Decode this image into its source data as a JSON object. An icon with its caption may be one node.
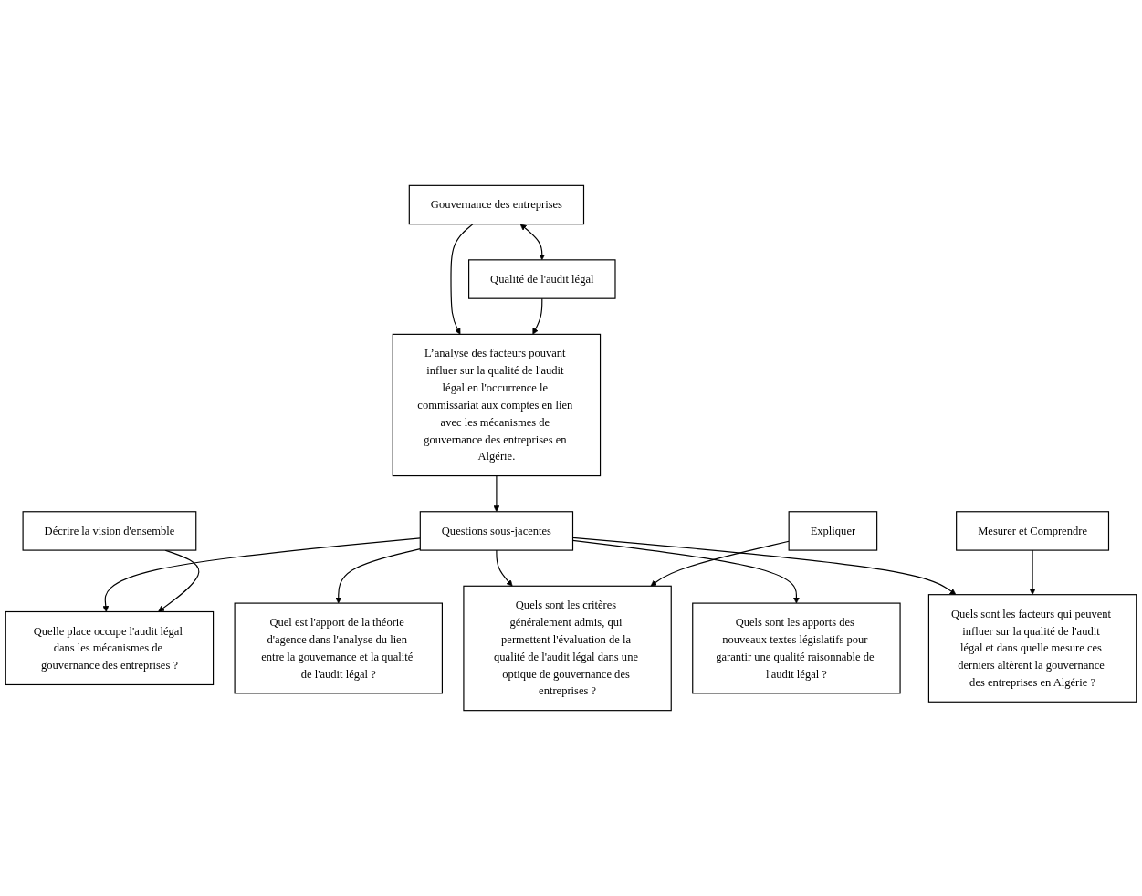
{
  "diagram": {
    "nodes": [
      {
        "text": [
          "Gouvernance des entreprises"
        ]
      },
      {
        "text": [
          "Qualité de l'audit légal"
        ]
      },
      {
        "text": [
          "L’analyse des facteurs pouvant influer sur la qualité de l'audit légal en l'occurrence le commissariat aux comptes en lien avec les mécanismes de gouvernance des entreprises en Algérie."
        ]
      },
      {
        "text": [
          "Questions sous-jacentes"
        ]
      },
      {
        "text": [
          "Quelle place occupe l'audit légal dans les mécanismes de gouvernance des entreprises ?"
        ]
      },
      {
        "text": [
          "Quel est l'apport de la théorie d'agence dans l'analyse du lien entre la gouvernance et la qualité de l'audit légal ?"
        ]
      },
      {
        "text": [
          "Quels sont les critères généralement admis, qui permettent l'évaluation de la qualité de l'audit légal dans une optique de gouvernance des entreprises ?"
        ]
      },
      {
        "text": [
          "Quels sont les apports des nouveaux textes législatifs pour garantir une qualité raisonnable de l'audit légal ?"
        ]
      },
      {
        "text": [
          "Quels sont les facteurs qui peuvent influer sur la qualité de l'audit légal et dans quelle mesure ces derniers altèrent la gouvernance des entreprises en Algérie ?"
        ]
      },
      {
        "text": [
          "Décrire la vision d'ensemble"
        ]
      },
      {
        "text": [
          "Expliquer"
        ]
      },
      {
        "text": [
          "Mesurer et Comprendre"
        ]
      }
    ],
    "edges": [
      {
        "from": 0,
        "to": 1,
        "arrow": "both"
      },
      {
        "from": 0,
        "to": 2,
        "arrow": "to"
      },
      {
        "from": 1,
        "to": 2,
        "arrow": "to"
      },
      {
        "from": 2,
        "to": 3,
        "arrow": "to"
      },
      {
        "from": 3,
        "to": 4,
        "arrow": "to"
      },
      {
        "from": 3,
        "to": 5,
        "arrow": "to"
      },
      {
        "from": 3,
        "to": 6,
        "arrow": "to"
      },
      {
        "from": 3,
        "to": 7,
        "arrow": "to"
      },
      {
        "from": 3,
        "to": 8,
        "arrow": "to"
      },
      {
        "from": 9,
        "to": 4,
        "arrow": "to"
      },
      {
        "from": 10,
        "to": 6,
        "arrow": "to"
      },
      {
        "from": 11,
        "to": 8,
        "arrow": "to"
      }
    ]
  }
}
